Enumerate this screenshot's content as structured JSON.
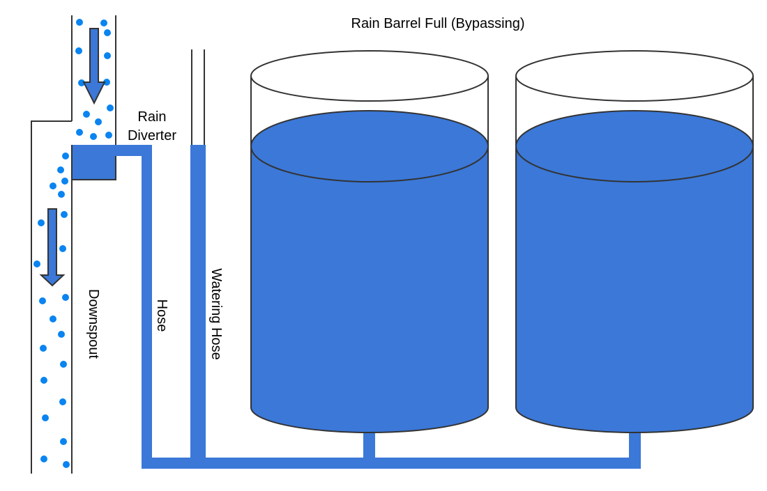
{
  "title": "Rain Barrel Full (Bypassing)",
  "labels": {
    "rain_diverter_line1": "Rain",
    "rain_diverter_line2": "Diverter",
    "downspout": "Downspout",
    "hose": "Hose",
    "watering_hose": "Watering Hose"
  },
  "colors": {
    "water": "#3b78d8",
    "droplet": "#0a84f0",
    "outline": "#333333",
    "background": "#ffffff"
  },
  "barrels": [
    {
      "name": "barrel-1",
      "fill_level": "full"
    },
    {
      "name": "barrel-2",
      "fill_level": "full"
    }
  ],
  "flow_arrows": [
    {
      "name": "flow-arrow-upper",
      "direction": "down"
    },
    {
      "name": "flow-arrow-lower",
      "direction": "down"
    }
  ]
}
